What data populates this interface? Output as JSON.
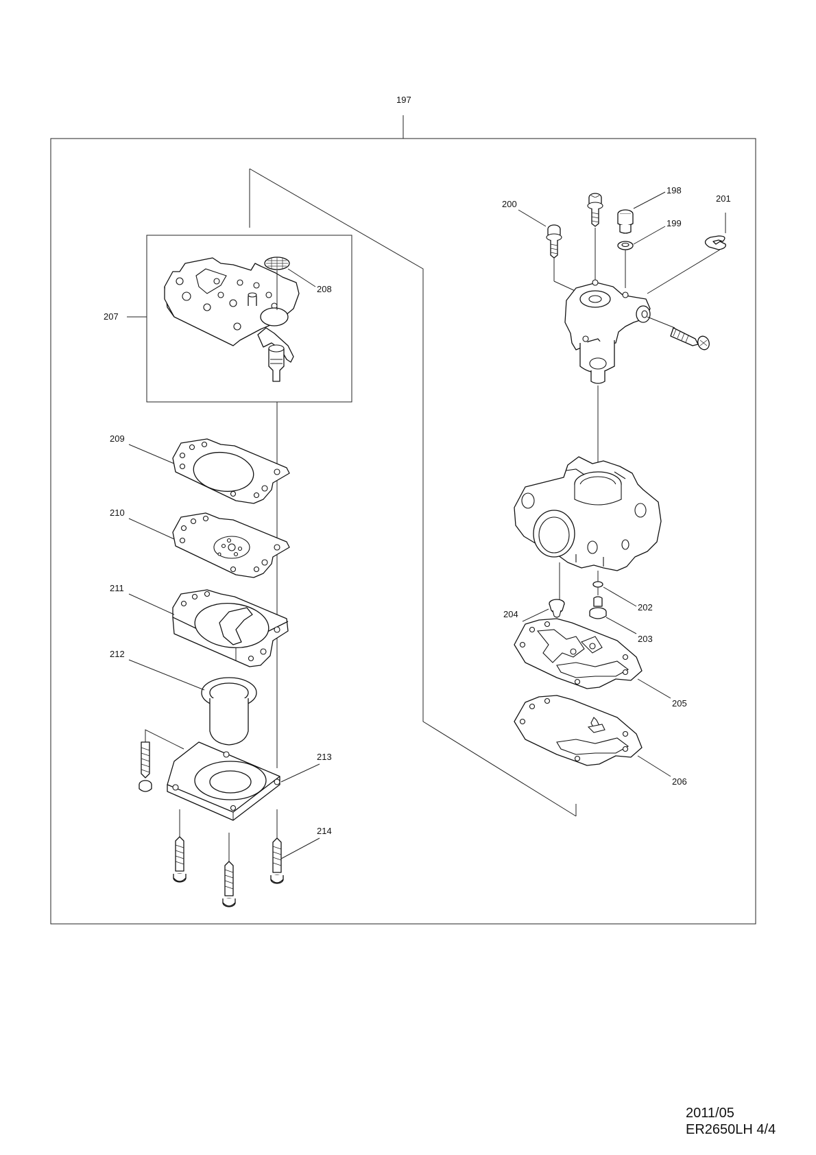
{
  "callouts": {
    "p197": "197",
    "p198": "198",
    "p199": "199",
    "p200": "200",
    "p201": "201",
    "p202": "202",
    "p203": "203",
    "p204": "204",
    "p205": "205",
    "p206": "206",
    "p207": "207",
    "p208": "208",
    "p209": "209",
    "p210": "210",
    "p211": "211",
    "p212": "212",
    "p213": "213",
    "p214": "214"
  },
  "footer": {
    "date": "2011/05",
    "model_page": "ER2650LH 4/4"
  }
}
